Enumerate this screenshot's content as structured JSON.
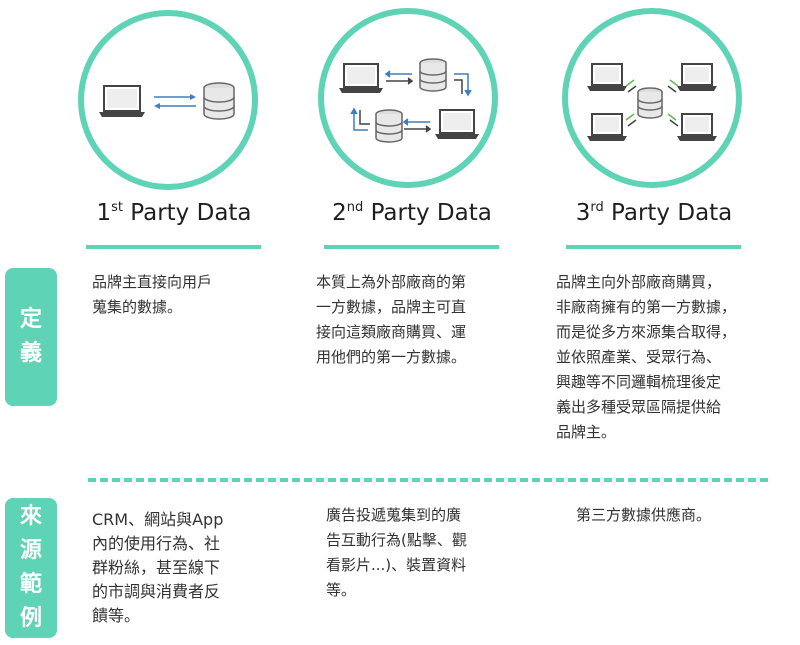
{
  "columns": [
    {
      "title_main": "1",
      "title_sup": "st",
      "title_rest": " Party Data",
      "definition": [
        "品牌主直接向用戶",
        "蒐集的數據。"
      ],
      "examples": [
        "CRM、網站與App",
        "內的使用行為、社",
        "群粉絲，甚至線下",
        "的市調與消費者反",
        "饋等。"
      ]
    },
    {
      "title_main": "2",
      "title_sup": "nd",
      "title_rest": " Party Data",
      "definition": [
        "本質上為外部廠商的第",
        "一方數據，品牌主可直",
        "接向這類廠商購買、運",
        "用他們的第一方數據。"
      ],
      "examples": [
        "廣告投遞蒐集到的廣",
        "告互動行為(點擊、觀",
        "看影片...)、裝置資料",
        "等。"
      ]
    },
    {
      "title_main": "3",
      "title_sup": "rd",
      "title_rest": " Party Data",
      "definition": [
        "品牌主向外部廠商購買，",
        "非廠商擁有的第一方數據，",
        "而是從多方來源集合取得，",
        "並依照產業、受眾行為、",
        "興趣等不同邏輯梳理後定",
        "義出多種受眾區隔提供給",
        "品牌主。"
      ],
      "examples": [
        "第三方數據供應商。"
      ]
    }
  ],
  "side_labels": {
    "definition": [
      "定",
      "義"
    ],
    "examples": [
      "來",
      "源",
      "範",
      "例"
    ]
  },
  "colors": {
    "accent": "#5ed3b5",
    "arrow_blue": "#3b7fc4",
    "arrow_green": "#5fb84a"
  }
}
